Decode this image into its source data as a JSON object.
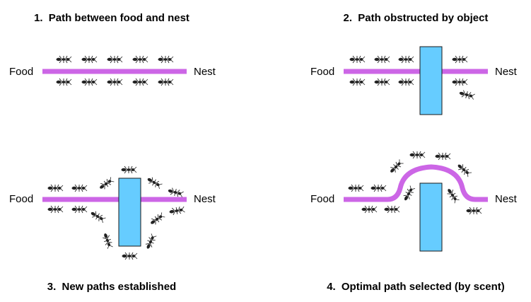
{
  "colors": {
    "path": "#cc66e6",
    "obstacle_fill": "#66ccff",
    "obstacle_stroke": "#1a1a1a",
    "ant": "#222222",
    "background": "#ffffff"
  },
  "panels": [
    {
      "number": "1.",
      "title": "Path between food and nest",
      "food_label": "Food",
      "nest_label": "Nest"
    },
    {
      "number": "2.",
      "title": "Path obstructed by object",
      "food_label": "Food",
      "nest_label": "Nest"
    },
    {
      "number": "3.",
      "title": "New paths established",
      "food_label": "Food",
      "nest_label": "Nest"
    },
    {
      "number": "4.",
      "title": "Optimal path selected (by scent)",
      "food_label": "Food",
      "nest_label": "Nest"
    }
  ]
}
